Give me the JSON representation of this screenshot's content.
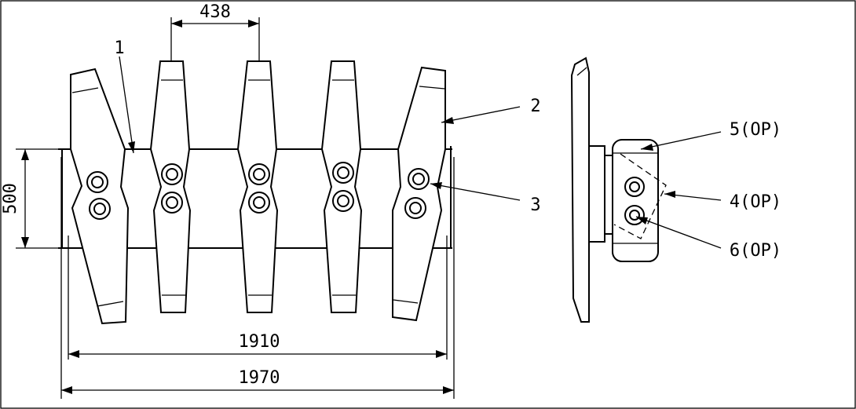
{
  "dimensions": {
    "tooth_spacing": "438",
    "height": "500",
    "inner_width": "1910",
    "overall_width": "1970"
  },
  "callouts": {
    "c1": "1",
    "c2": "2",
    "c3": "3",
    "c4": "4(OP)",
    "c5": "5(OP)",
    "c6": "6(OP)"
  }
}
